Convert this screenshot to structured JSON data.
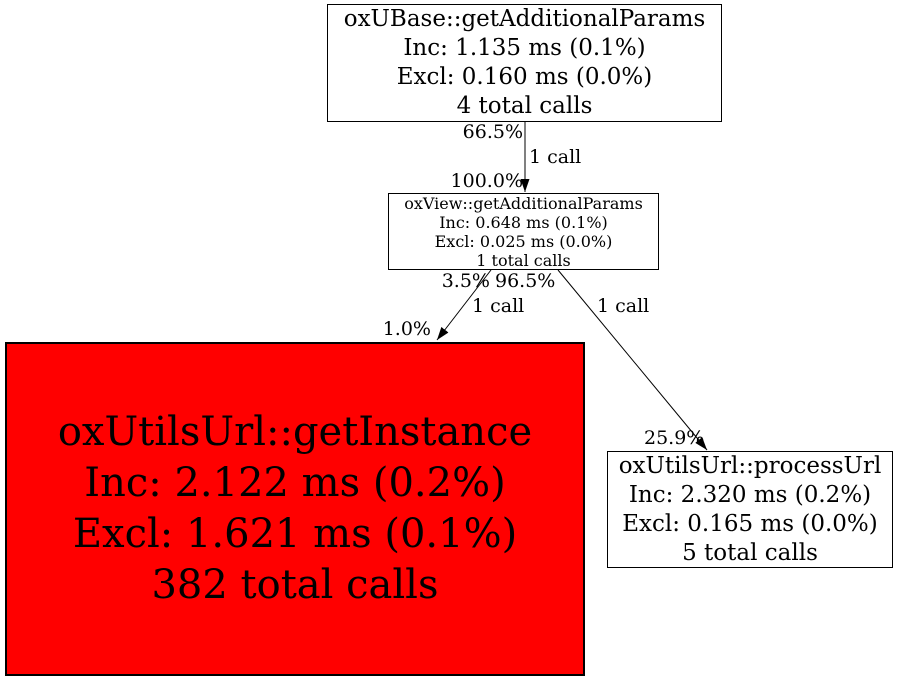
{
  "diagram": {
    "type": "profiler-call-graph",
    "background": "#ffffff",
    "colors": {
      "node_bg": "#ffffff",
      "hot_node_bg": "#ff0000",
      "border": "#000000",
      "text": "#000000",
      "edge": "#000000"
    }
  },
  "nodes": [
    {
      "id": "oxubase-getadditionalparams",
      "title": "oxUBase::getAdditionalParams",
      "inc": "Inc: 1.135 ms (0.1%)",
      "excl": "Excl: 0.160 ms (0.0%)",
      "calls": "4 total calls"
    },
    {
      "id": "oxview-getadditionalparams",
      "title": "oxView::getAdditionalParams",
      "inc": "Inc: 0.648 ms (0.1%)",
      "excl": "Excl: 0.025 ms (0.0%)",
      "calls": "1 total calls"
    },
    {
      "id": "oxutilsurl-getinstance",
      "title": "oxUtilsUrl::getInstance",
      "inc": "Inc: 2.122 ms (0.2%)",
      "excl": "Excl: 1.621 ms (0.1%)",
      "calls": "382 total calls"
    },
    {
      "id": "oxutilsurl-processurl",
      "title": "oxUtilsUrl::processUrl",
      "inc": "Inc: 2.320 ms (0.2%)",
      "excl": "Excl: 0.165 ms (0.0%)",
      "calls": "5 total calls"
    }
  ],
  "edges": [
    {
      "from": "oxUBase::getAdditionalParams",
      "to": "oxView::getAdditionalParams",
      "caller_pct": "66.5%",
      "calls": "1 call",
      "callee_pct": "100.0%"
    },
    {
      "from": "oxView::getAdditionalParams",
      "to": "oxUtilsUrl::getInstance",
      "caller_pct": "3.5%",
      "calls": "1 call",
      "callee_pct": "1.0%"
    },
    {
      "from": "oxView::getAdditionalParams",
      "to": "oxUtilsUrl::processUrl",
      "caller_pct": "96.5%",
      "calls": "1 call",
      "callee_pct": "25.9%"
    }
  ]
}
